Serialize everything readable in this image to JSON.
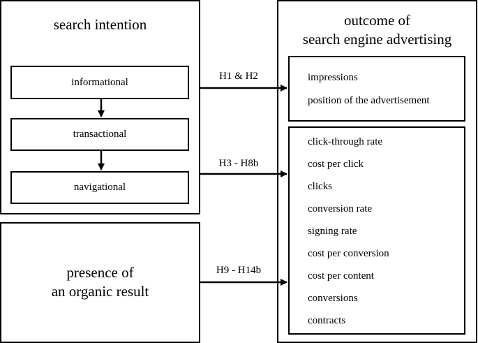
{
  "search_intention": {
    "title": "search intention",
    "stages": [
      "informational",
      "transactional",
      "navigational"
    ]
  },
  "organic": {
    "title_line1": "presence of",
    "title_line2": "an organic result"
  },
  "outcome": {
    "title_line1": "outcome of",
    "title_line2": "search engine advertising",
    "group1": [
      "impressions",
      "position of the advertisement"
    ],
    "group2": [
      "click-through rate",
      "cost per click",
      "clicks",
      "conversion rate",
      "signing rate",
      "cost per conversion",
      "cost per content",
      "conversions",
      "contracts"
    ]
  },
  "hypotheses": {
    "h1": "H1 & H2",
    "h2": "H3 - H8b",
    "h3": "H9 - H14b"
  }
}
